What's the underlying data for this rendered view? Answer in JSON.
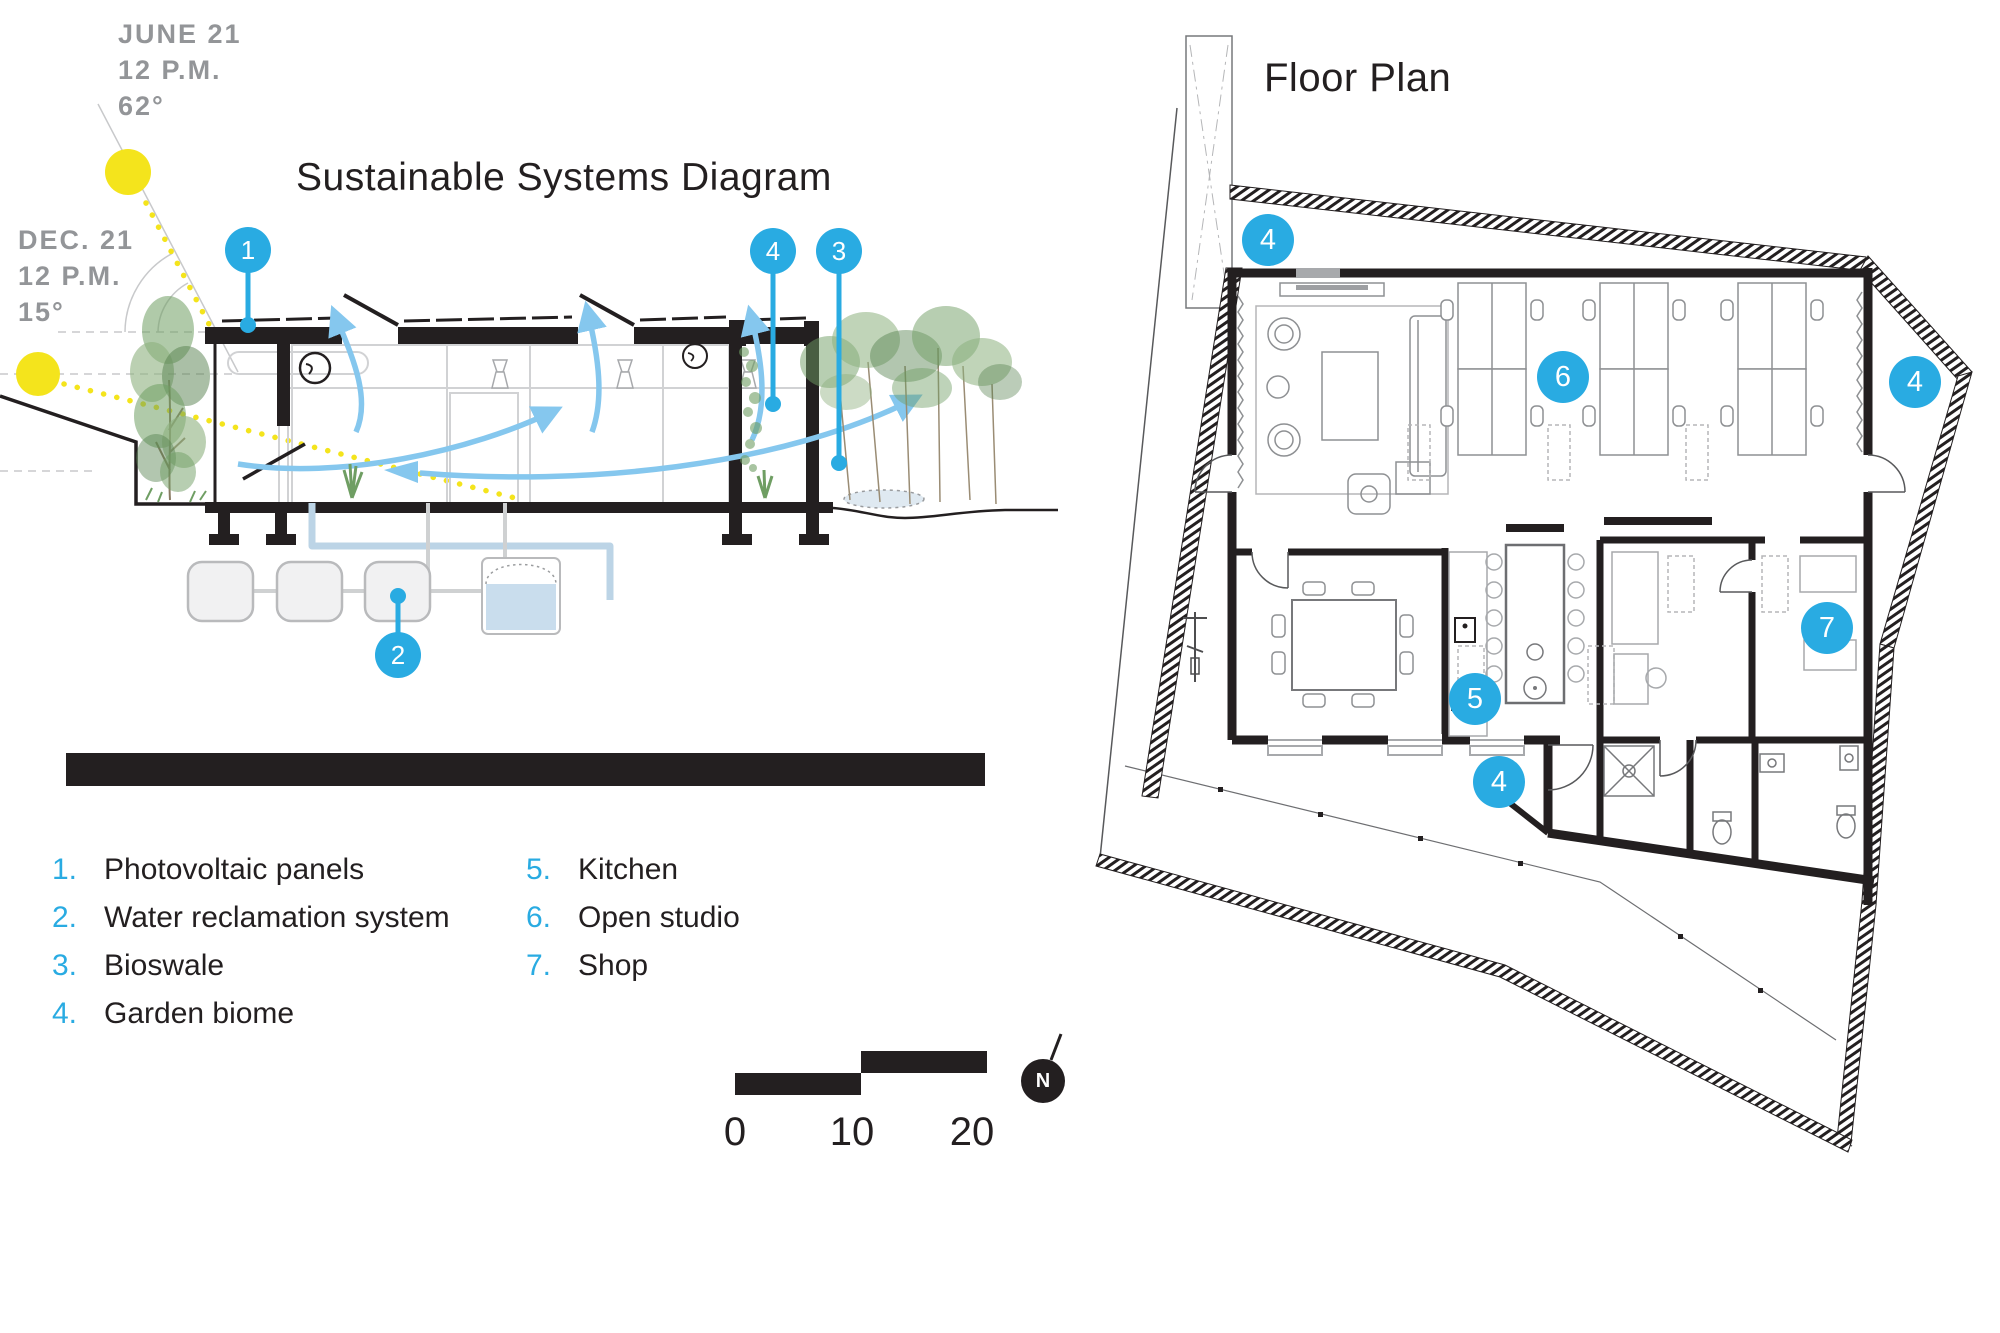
{
  "section": {
    "title": "Sustainable Systems Diagram",
    "sun_june": {
      "date": "JUNE 21",
      "time": "12 P.M.",
      "angle": "62°"
    },
    "sun_dec": {
      "date": "DEC. 21",
      "time": "12 P.M.",
      "angle": "15°"
    },
    "markers": [
      {
        "id": "photovoltaic-panels",
        "num": "1"
      },
      {
        "id": "water-reclamation-system",
        "num": "2"
      },
      {
        "id": "bioswale",
        "num": "3"
      },
      {
        "id": "garden-biome",
        "num": "4"
      }
    ]
  },
  "floor_plan": {
    "title": "Floor Plan",
    "north_label": "N",
    "markers": [
      {
        "id": "garden-biome-top",
        "num": "4"
      },
      {
        "id": "open-studio",
        "num": "6"
      },
      {
        "id": "garden-biome-right",
        "num": "4"
      },
      {
        "id": "shop",
        "num": "7"
      },
      {
        "id": "kitchen",
        "num": "5"
      },
      {
        "id": "garden-biome-bottom",
        "num": "4"
      }
    ]
  },
  "legend": {
    "columns": [
      {
        "items": [
          {
            "num": "1.",
            "label": "Photovoltaic panels"
          },
          {
            "num": "2.",
            "label": "Water reclamation system"
          },
          {
            "num": "3.",
            "label": "Bioswale"
          },
          {
            "num": "4.",
            "label": "Garden biome"
          }
        ]
      },
      {
        "items": [
          {
            "num": "5.",
            "label": "Kitchen"
          },
          {
            "num": "6.",
            "label": "Open studio"
          },
          {
            "num": "7.",
            "label": "Shop"
          }
        ]
      }
    ]
  },
  "scale": {
    "labels": [
      "0",
      "10",
      "20"
    ]
  },
  "colors": {
    "accent_blue": "#29abe2",
    "sun_yellow": "#f4e41c",
    "airflow_blue": "#85c7ee",
    "pipe_blue": "#bcd4e6",
    "water_fill": "#c9dded",
    "gray_text": "#939598",
    "ink_black": "#231f20"
  }
}
